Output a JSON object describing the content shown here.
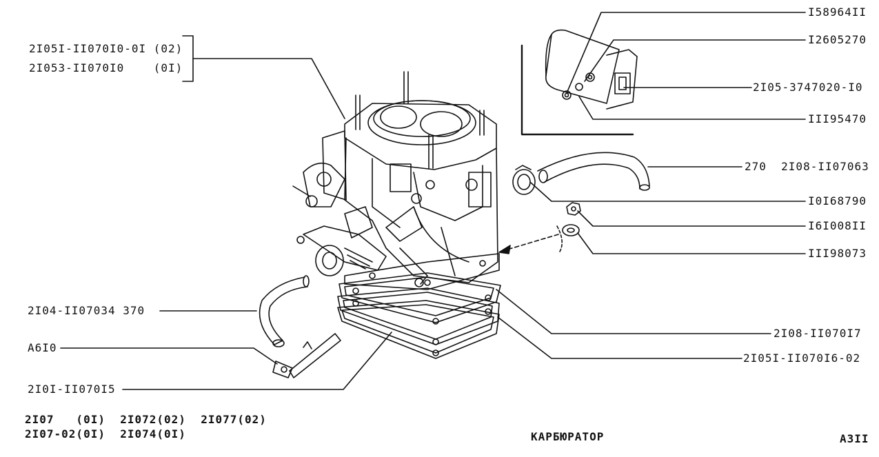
{
  "colors": {
    "ink": "#111111",
    "paper": "#ffffff"
  },
  "callouts": {
    "top_left_1": "2I05I-II070I0-0I (02)",
    "top_left_2": "2I053-II070I0    (0I)",
    "r1": "I58964II",
    "r2": "I2605270",
    "r3": "2I05-3747020-I0",
    "r4": "III95470",
    "r5": "270  2I08-II07063",
    "r6": "I0I68790",
    "r7": "I6I008II",
    "r8": "III98073",
    "r9": "2I08-II070I7",
    "r10": "2I05I-II070I6-02",
    "l1": "2I04-II07034 370",
    "l2": "A6I0",
    "l3": "2I0I-II070I5"
  },
  "models": {
    "line1": "2I07   (0I)  2I072(02)  2I077(02)",
    "line2": "2I07-02(0I)  2I074(0I)"
  },
  "title": "КАРБЮРАТОР",
  "page_code": "А3II"
}
